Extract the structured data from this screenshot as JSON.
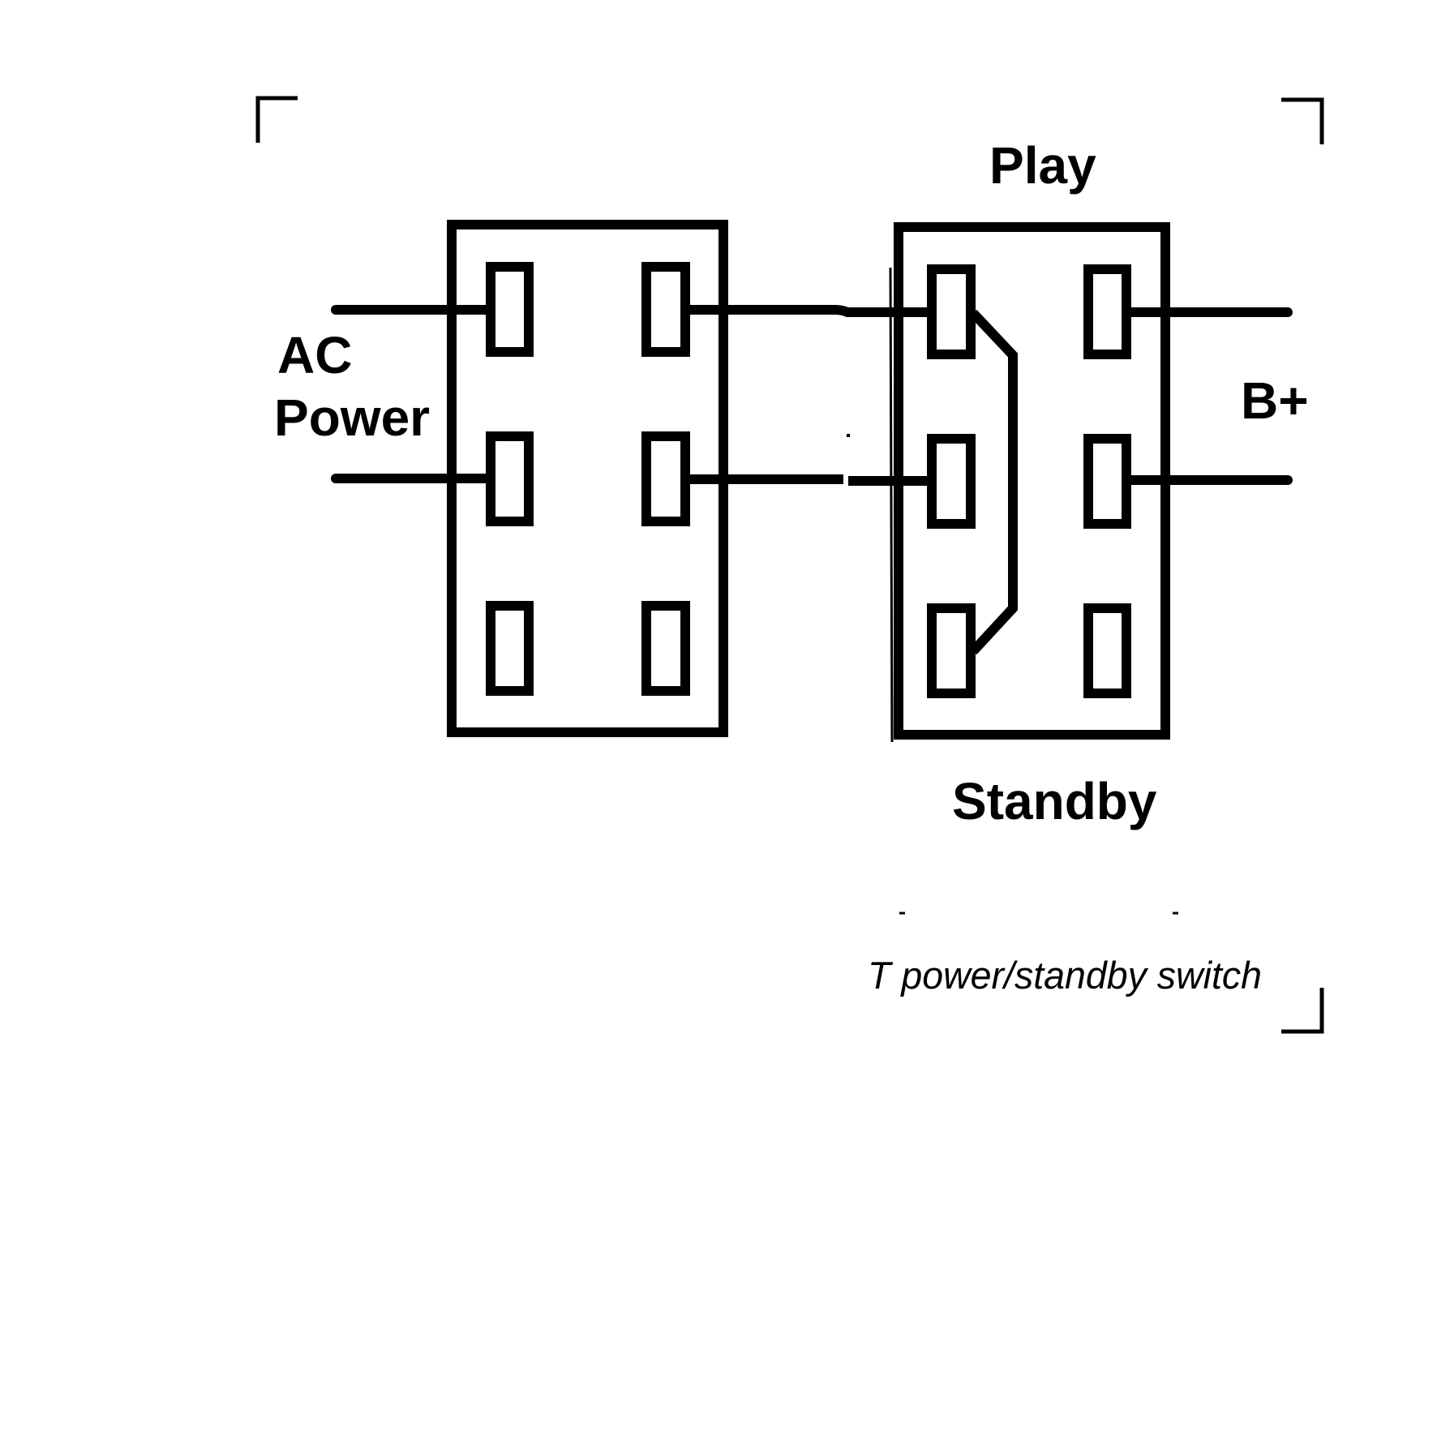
{
  "diagram": {
    "title": "power/standby switch schematic",
    "labels": {
      "ac_power_line1": "AC",
      "ac_power_line2": "Power",
      "play": "Play",
      "standby": "Standby",
      "b_plus": "B+",
      "caption": "T power/standby switch"
    },
    "switches": [
      {
        "name": "AC power switch",
        "poles": 2,
        "throws": 3
      },
      {
        "name": "Play/Standby switch",
        "poles": 2,
        "throws": 3,
        "jumper": "top-left terminal to bottom-left terminal"
      }
    ],
    "colors": {
      "ink": "#000000",
      "background": "#ffffff"
    }
  }
}
